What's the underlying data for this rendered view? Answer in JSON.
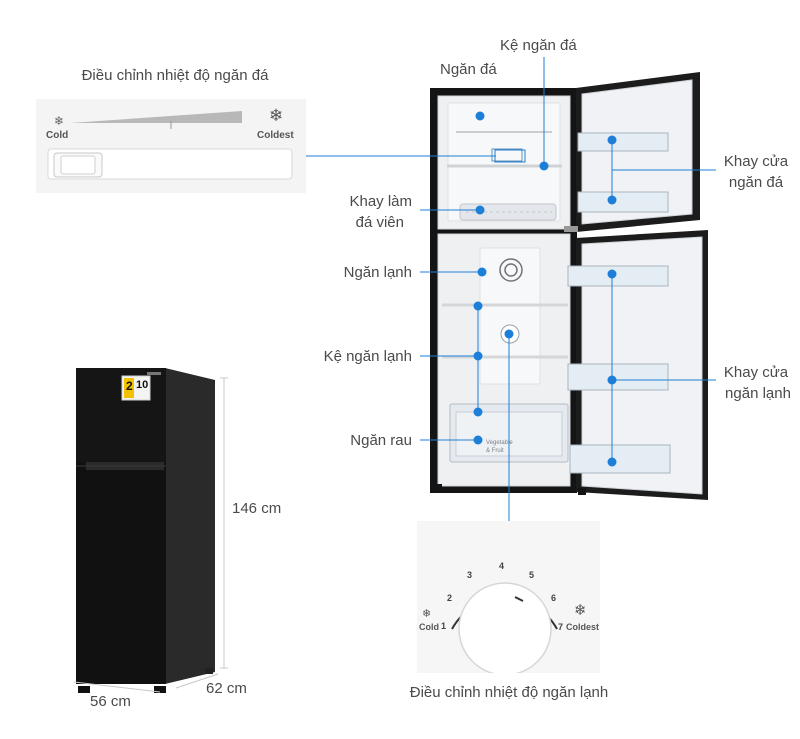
{
  "freezer_control": {
    "title": "Điều chỉnh nhiệt độ ngăn đá",
    "min_label": "Cold",
    "max_label": "Coldest"
  },
  "fridge_control": {
    "title": "Điều chỉnh nhiệt độ ngăn lạnh",
    "min_label": "Cold",
    "max_label": "Coldest",
    "dial_numbers": [
      "1",
      "2",
      "3",
      "4",
      "5",
      "6",
      "7"
    ]
  },
  "labels": {
    "freezer_shelf": "Kệ ngăn đá",
    "freezer": "Ngăn đá",
    "ice_tray_line1": "Khay làm",
    "ice_tray_line2": "đá viên",
    "fridge": "Ngăn lạnh",
    "fridge_shelf": "Kệ ngăn lạnh",
    "vegetable": "Ngăn rau",
    "freezer_door_line1": "Khay cửa",
    "freezer_door_line2": "ngăn đá",
    "fridge_door_line1": "Khay cửa",
    "fridge_door_line2": "ngăn lạnh"
  },
  "dimensions": {
    "height": "146 cm",
    "width": "56 cm",
    "depth": "62 cm"
  },
  "energy_label": {
    "star": "2",
    "value": "10"
  },
  "colors": {
    "callout": "#1e7fd8",
    "cabinet": "#141414",
    "interior": "#f1f2f4"
  }
}
